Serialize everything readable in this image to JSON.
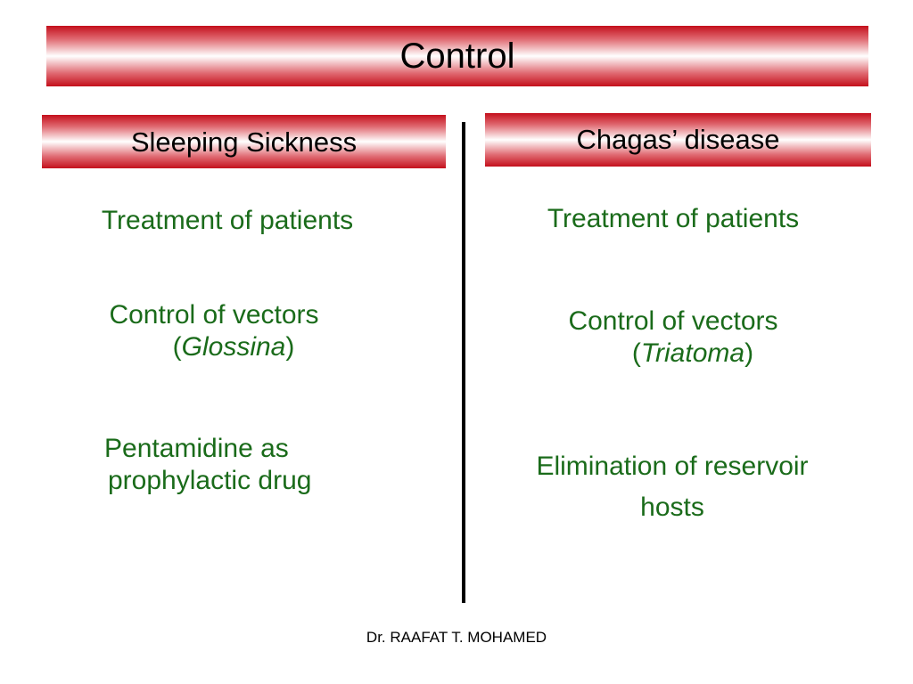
{
  "slide": {
    "title": "Control",
    "left": {
      "heading": "Sleeping Sickness",
      "items": [
        {
          "text": "Treatment of patients"
        },
        {
          "text": "Control of vectors",
          "open": "(",
          "italic": "Glossina",
          "close": ")"
        },
        {
          "line1": "Pentamidine as",
          "line2": "prophylactic drug"
        }
      ]
    },
    "right": {
      "heading": "Chagas’ disease",
      "items": [
        {
          "text": "Treatment of patients"
        },
        {
          "text": "Control of vectors",
          "open": "(",
          "italic": "Triatoma",
          "close": ")"
        },
        {
          "line1": "Elimination of reservoir",
          "line2": "hosts"
        }
      ]
    },
    "footer": "Dr. RAAFAT T. MOHAMED"
  },
  "colors": {
    "band": "#c4101c",
    "item_text": "#1a6b1a",
    "divider": "#000000"
  }
}
